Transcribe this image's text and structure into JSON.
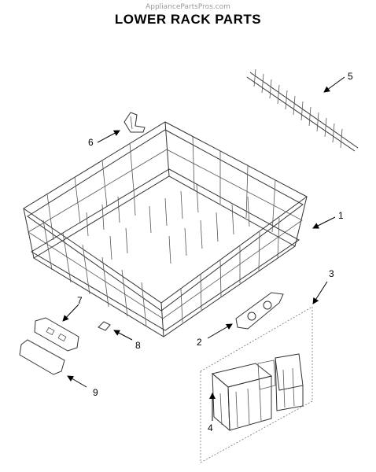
{
  "watermark": "AppliancePartsPros.com",
  "title": "LOWER RACK PARTS",
  "callouts": [
    {
      "id": "1",
      "label": "1"
    },
    {
      "id": "2",
      "label": "2"
    },
    {
      "id": "3",
      "label": "3"
    },
    {
      "id": "4",
      "label": "4"
    },
    {
      "id": "5",
      "label": "5"
    },
    {
      "id": "6",
      "label": "6"
    },
    {
      "id": "7",
      "label": "7"
    },
    {
      "id": "8",
      "label": "8"
    },
    {
      "id": "9",
      "label": "9"
    }
  ]
}
